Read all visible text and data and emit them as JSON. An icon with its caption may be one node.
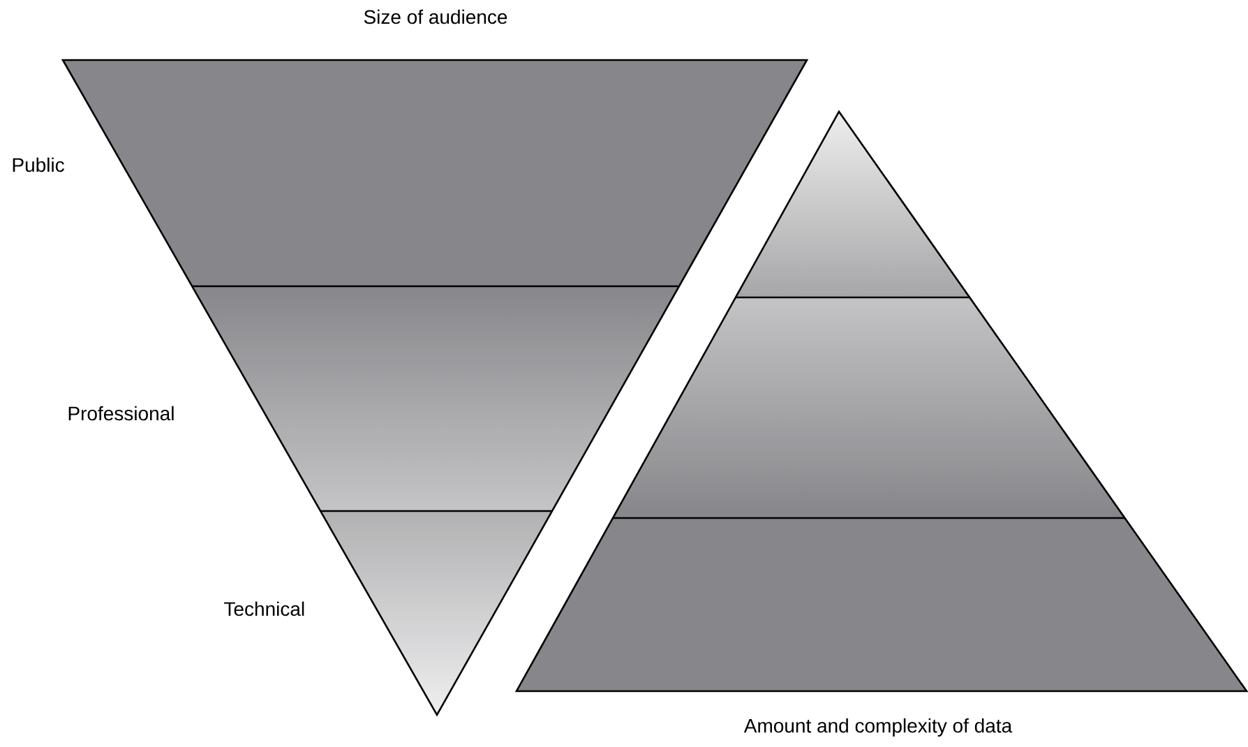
{
  "diagram": {
    "labels": [
      "Size of audience",
      "Public",
      "Professional",
      "Technical",
      "Amount and complexity of data"
    ]
  }
}
